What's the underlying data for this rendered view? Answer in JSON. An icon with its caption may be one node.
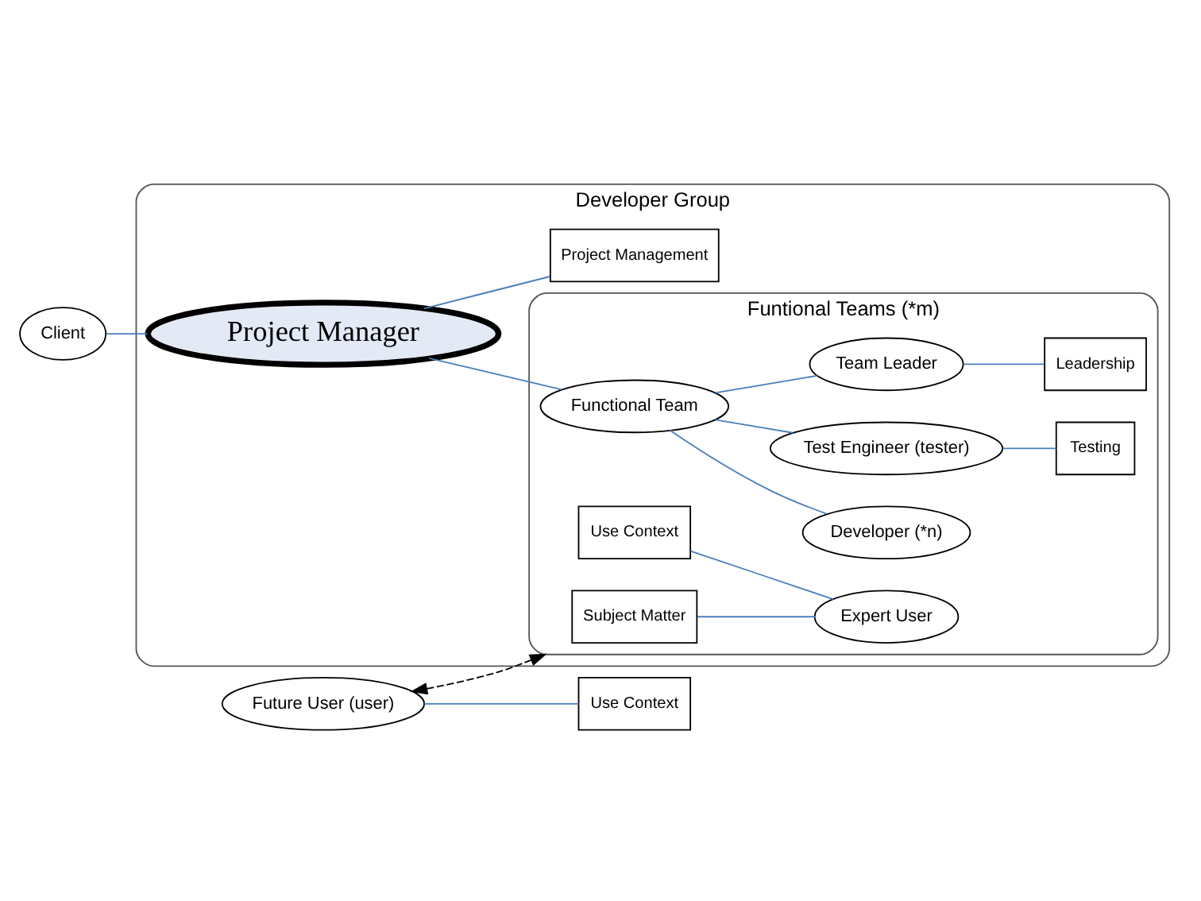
{
  "diagram": {
    "nodes": [
      {
        "text": [
          "Client"
        ]
      },
      {
        "text": [
          "Future User (user)"
        ]
      },
      {
        "text": [
          "Use Context"
        ]
      },
      {
        "text": [
          "Developer Group"
        ]
      },
      {
        "text": [
          "Funtional Teams (*m)"
        ],
        "in": 3
      },
      {
        "text": [
          "Subject Matter"
        ],
        "in": 4
      },
      {
        "text": [
          "Use Context"
        ],
        "in": 4
      },
      {
        "text": [
          "Expert User"
        ],
        "in": 4
      },
      {
        "text": [
          "Project Manager"
        ],
        "in": 3
      },
      {
        "text": [
          "Functional Team"
        ],
        "in": 4
      },
      {
        "text": [
          "Team Leader"
        ],
        "in": 4
      },
      {
        "text": [
          "Leadership"
        ],
        "in": 4
      },
      {
        "text": [
          "Developer (*n)"
        ],
        "in": 4
      },
      {
        "text": [
          "Test Engineer (tester)"
        ],
        "in": 4
      },
      {
        "text": [
          "Testing"
        ],
        "in": 4
      },
      {
        "text": [
          "Project Management"
        ],
        "in": 3
      }
    ],
    "edges": [
      {
        "from": 0,
        "to": 8,
        "arrow": "none"
      },
      {
        "from": 1,
        "to": 2,
        "arrow": "none"
      },
      {
        "from": 1,
        "to": 4,
        "arrow": "both",
        "style": "dashed",
        "color": "#000000"
      },
      {
        "from": 5,
        "to": 7,
        "arrow": "none"
      },
      {
        "from": 6,
        "to": 7,
        "arrow": "none"
      },
      {
        "from": 8,
        "to": 9,
        "arrow": "none"
      },
      {
        "from": 9,
        "to": 10,
        "arrow": "none"
      },
      {
        "from": 9,
        "to": 12,
        "arrow": "none"
      },
      {
        "from": 9,
        "to": 13,
        "arrow": "none"
      },
      {
        "from": 10,
        "to": 11,
        "arrow": "none"
      },
      {
        "from": 13,
        "to": 14,
        "arrow": "none"
      },
      {
        "from": 8,
        "to": 15,
        "arrow": "none"
      }
    ]
  }
}
